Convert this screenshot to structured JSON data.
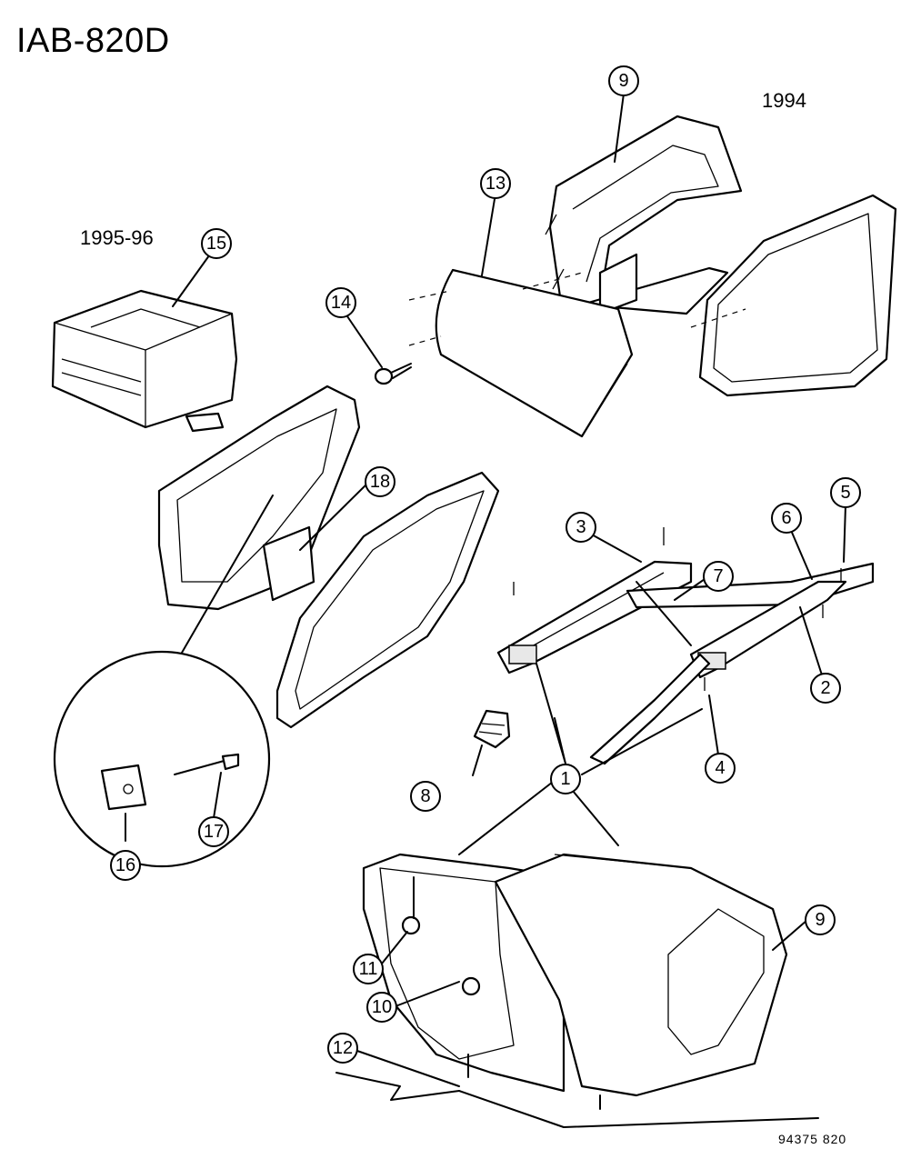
{
  "header": {
    "diagram_id": "IAB-820D"
  },
  "variants": {
    "left_label": "1995-96",
    "right_label": "1994"
  },
  "footer": {
    "drawing_number": "94375 820"
  },
  "callouts": [
    {
      "id": "c1",
      "number": "1"
    },
    {
      "id": "c2",
      "number": "2"
    },
    {
      "id": "c3",
      "number": "3"
    },
    {
      "id": "c4",
      "number": "4"
    },
    {
      "id": "c5",
      "number": "5"
    },
    {
      "id": "c6",
      "number": "6"
    },
    {
      "id": "c7",
      "number": "7"
    },
    {
      "id": "c8",
      "number": "8"
    },
    {
      "id": "c9a",
      "number": "9"
    },
    {
      "id": "c9b",
      "number": "9"
    },
    {
      "id": "c10",
      "number": "10"
    },
    {
      "id": "c11",
      "number": "11"
    },
    {
      "id": "c12",
      "number": "12"
    },
    {
      "id": "c13",
      "number": "13"
    },
    {
      "id": "c14",
      "number": "14"
    },
    {
      "id": "c15",
      "number": "15"
    },
    {
      "id": "c16",
      "number": "16"
    },
    {
      "id": "c17",
      "number": "17"
    },
    {
      "id": "c18",
      "number": "18"
    }
  ]
}
